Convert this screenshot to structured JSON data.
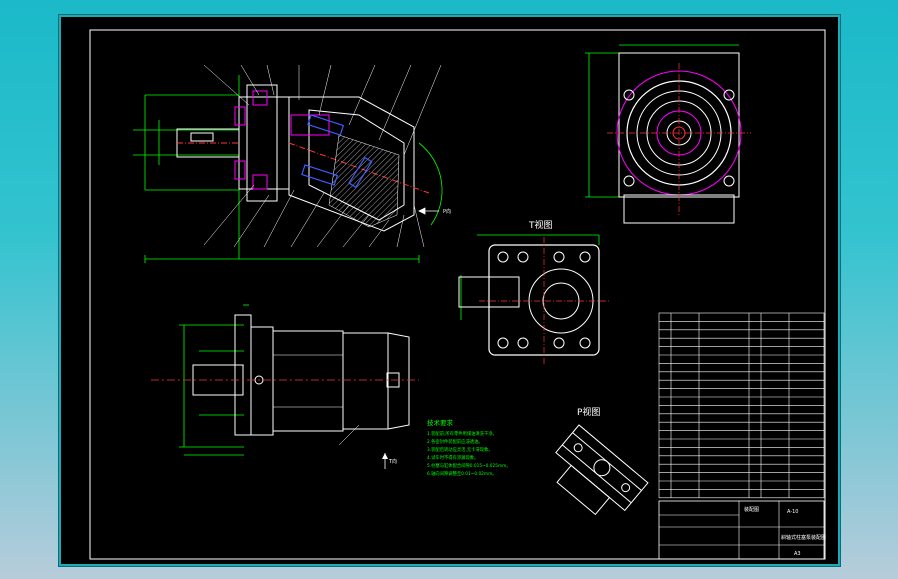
{
  "views": {
    "t_view_label": "T视图",
    "p_view_label": "P视图",
    "t_dir_mark": "T向",
    "p_dir_mark": "P向"
  },
  "titleblock": {
    "title": "斜轴式柱塞泵装配图",
    "code": "A3",
    "drawing_no": "A-10",
    "sub": "装配图"
  },
  "notes": {
    "heading": "技术要求",
    "lines": [
      "1.装配前,所有零件用煤油清洗干净。",
      "2.各密封件装配前应浸透油。",
      "3.装配后转动应灵活,无卡滞现象。",
      "4.试车时不得有渗漏现象。",
      "5.柱塞与缸体配合间隙0.015~0.025mm。",
      "6.轴向间隙调整至0.01~0.02mm。"
    ]
  },
  "colors": {
    "frame": "#ffffff",
    "outline": "#ffffff",
    "dimension": "#00ff00",
    "hatch": "#ff00ff",
    "center": "#ff3333",
    "hidden": "#ffff00",
    "blue": "#3f5cff"
  }
}
